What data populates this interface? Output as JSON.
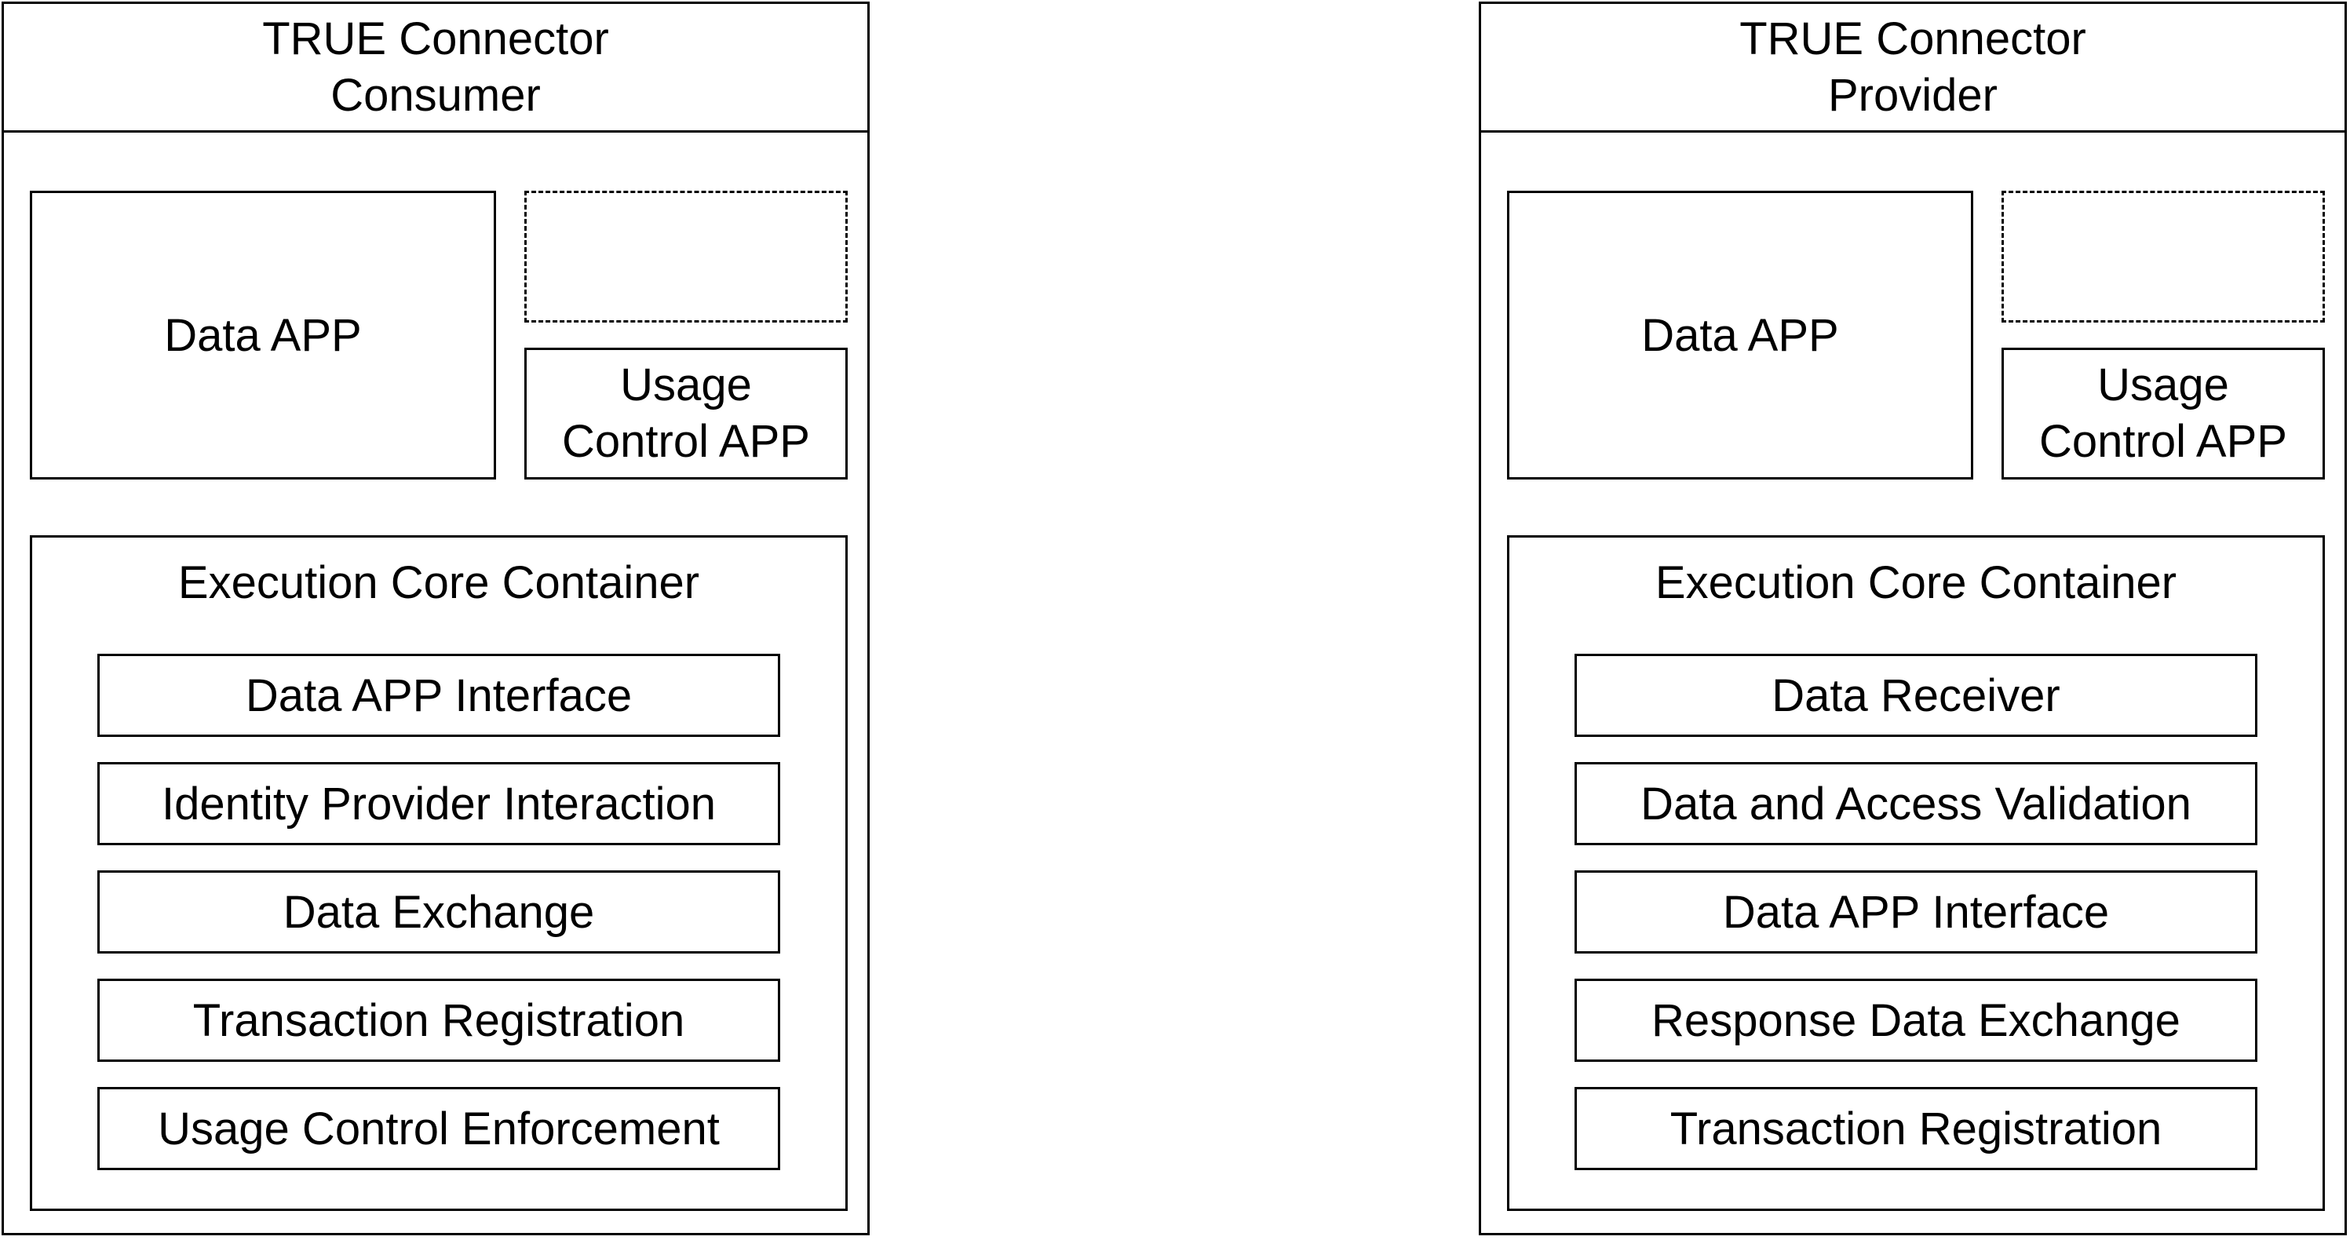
{
  "consumer": {
    "title_line1": "TRUE Connector",
    "title_line2": "Consumer",
    "data_app": "Data APP",
    "usage_control_app_line1": "Usage",
    "usage_control_app_line2": "Control APP",
    "execution_core_container": {
      "title": "Execution Core Container",
      "modules": [
        "Data APP Interface",
        "Identity Provider Interaction",
        "Data Exchange",
        "Transaction Registration",
        "Usage Control Enforcement"
      ]
    }
  },
  "provider": {
    "title_line1": "TRUE Connector",
    "title_line2": "Provider",
    "data_app": "Data APP",
    "usage_control_app_line1": "Usage",
    "usage_control_app_line2": "Control APP",
    "execution_core_container": {
      "title": "Execution Core Container",
      "modules": [
        "Data Receiver",
        "Data and Access Validation",
        "Data APP Interface",
        "Response Data Exchange",
        "Transaction Registration"
      ]
    }
  }
}
